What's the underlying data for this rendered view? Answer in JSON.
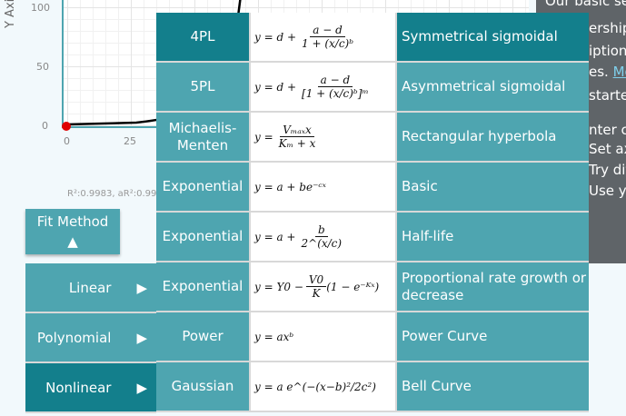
{
  "chart": {
    "y_axis_label": "Y Axis",
    "y_ticks": [
      "100",
      "50",
      "0"
    ],
    "x_ticks": [
      "0",
      "25"
    ],
    "fit_stats": "R²:0.9983, aR²:0.99"
  },
  "panel": {
    "lines": [
      "Our basic se",
      "ership",
      "iption",
      "es. ",
      "starte",
      "nter c",
      "Set axe",
      "Try diff",
      "Use yo"
    ],
    "link": "Mo"
  },
  "fit_method": {
    "label": "Fit Method",
    "arrow": "▲"
  },
  "menu": [
    {
      "label": "Linear",
      "arrow": "▶"
    },
    {
      "label": "Polynomial",
      "arrow": "▶"
    },
    {
      "label": "Nonlinear",
      "arrow": "▶",
      "selected": true
    }
  ],
  "models": [
    {
      "name": "4PL",
      "pre": "y = d +",
      "num": "a − d",
      "den": "1 + (x/c)ᵇ",
      "post": "",
      "desc": "Symmetrical sigmoidal",
      "selected": true
    },
    {
      "name": "5PL",
      "pre": "y = d +",
      "num": "a − d",
      "den": "[1 + (x/c)ᵇ]ᵐ",
      "post": "",
      "desc": "Asymmetrical sigmoidal"
    },
    {
      "name": "Michaelis-Menten",
      "pre": "y =",
      "num": "Vₘₐₓx",
      "den": "Kₘ + x",
      "post": "",
      "desc": "Rectangular hyperbola"
    },
    {
      "name": "Exponential",
      "pre": "y = a + be⁻ᶜˣ",
      "desc": "Basic"
    },
    {
      "name": "Exponential",
      "pre": "y = a +",
      "num": "b",
      "den": "2^(x/c)",
      "post": "",
      "desc": "Half-life"
    },
    {
      "name": "Exponential",
      "pre": "y = Y0 −",
      "num": "V0",
      "den": "K",
      "post": "(1 − e⁻ᴷˣ)",
      "desc": "Proportional rate growth or decrease"
    },
    {
      "name": "Power",
      "pre": "y = axᵇ",
      "desc": "Power Curve"
    },
    {
      "name": "Gaussian",
      "pre": "y = a e^(−(x−b)²/2c²)",
      "desc": "Bell Curve"
    }
  ],
  "colors": {
    "teal": "#4ea5b0",
    "teal_dark": "#137f8c",
    "panel": "#5f6468",
    "point": "#e00000"
  }
}
